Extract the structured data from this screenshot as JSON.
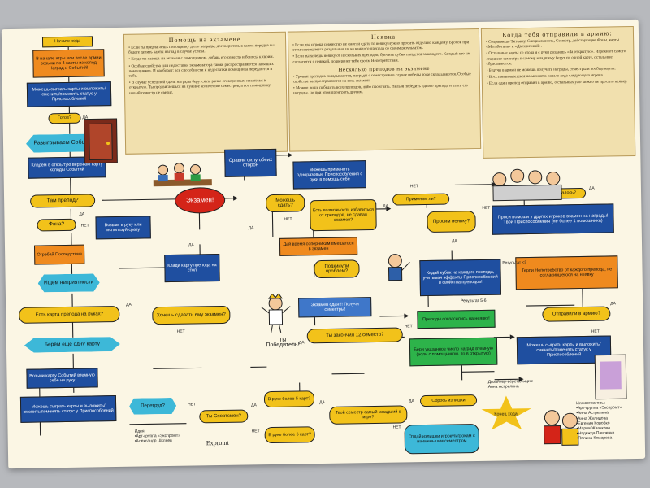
{
  "panels": {
    "help": {
      "title": "Помощь на экзамене",
      "p1": "• Если ты предлагаешь помощнику долю награды, договоритесь в каком порядке вы будете делить карты наград в случае успеха.",
      "p2": "• Когда ты навешь на экзамен с помощником, добавь его семестр и бонусы к своим.",
      "p3": "• Особые свойства или недостатки экзаменатора также распространяются на ваших помощников. И наоборот: все способности и недостатки помощника передаются и тебе.",
      "p4": "• В случае успешной сдачи награды берутся по ранее оговоренным правилам в открытую. Ты продвигаешься на нужное количество семестров, а вот помощнику новый семестр не светит."
    },
    "nevyazka": {
      "title": "Неявка",
      "p1": "• Если два игрока совместно не смогли сдать то неявку нужно просить отдельно каждому. Бросок при этом совершается раздельные на ка каждого препода со своим результатом.",
      "p2": "• Если ты хочешь неявку от нескольких преподов, бросить кубик придется за каждого. Каждый кто не согласится с неявкой, подвергнет тебя своим Непотребствам.",
      "title2": "Несколько преподов на экзамене",
      "p3": "• Уровни преподов складываются, награды с семестрами в случае победы тоже складываются. Особые свойства распространяются на весь экзамен.",
      "p4": "• Можно лишь победить всех преподов, либо проиграть. Нельзя победить одного препода и взять его награды, но при этом проиграть другим."
    },
    "army": {
      "title": "Когда тебя отправили в армию:",
      "p1": "• Сохраняешь Титажку, Специальность, Семестр, действующие Фэны, карты «Мегаботана» и «Двухличный».",
      "p2": "• Остальные карты со стола и с руки раздаешь «За открытую». Игроки от самого старшего семестра к самому младшему берут по одной карте, остальные сбрасываются.",
      "p3": "• Будучи в армии не можешь получать награды, семестры и вообще карты.",
      "p4": "• Восстанавливаешься на мехмат в начале хода следующего игрока.",
      "p5": "• Если один препод отправил в армию, о стальных уже можно не просить неявку."
    }
  },
  "flow": {
    "start": "Начало хода",
    "army_start": "В начале игры или после армии возьми по 4 карты из колод Наград и Событий!",
    "can_play": "Можешь сыграть карты и выложить/сменить/поменять статус у Приспособлений",
    "ready": "Готов?",
    "flip_event": "Разыгрываем Событие!",
    "top_card": "Кладём в открытую верхнюю карту колоды Событий",
    "prepod_there": "Там препод?",
    "fen": "Фэна?",
    "take_fen": "Возьми в руку или используй сразу",
    "appease": "Огребай Последствия",
    "seek_trouble": "Ищем неприятности",
    "have_prepod_card": "Есть карта препода на руках?",
    "want_exam": "Хочешь сдавать ему экзамен?",
    "put_prepod": "Клади карту препода на стол",
    "take_one_more": "Берём ещё одну карту",
    "take_event_hand": "Возьми карту Событий втемную себе на руку",
    "can_play2": "Можешь сыграть карты и выложить/сменить/поменять статус у Приспособлений",
    "exam": "Экзамен!",
    "compare": "Сравни силу обеих сторон",
    "can_pass": "Можешь сдать?",
    "apply_one_use": "Можешь применить одноразовые Приспособления с руки в помощь себе",
    "get_rid": "Есть возможность избавиться от преподов, не сдавая экзамен?",
    "give_time": "Дай время соперникам вмешаться в экзамен",
    "help_called": "Подкинули проблем?",
    "exam_passed": "Экзамен сдан!!! Получи семестры!",
    "finished12": "Ты закончил 12 семестр?",
    "winner": "Ты Победитель!",
    "applied": "Применим ли?",
    "ask_nev": "Просим неявку?",
    "ask_help": "Проси помощи у других игроков взамен на награды! Твои Приспособления (не более 1 помощника)",
    "manage": "Удалось?",
    "roll_die": "Кидай кубик на каждого препода, учитывая эффекты Приспособлений и свойства преподов!",
    "result_less5": "Результат <5",
    "result_56": "Результат 5-6",
    "suffer": "Терпи Непотребство от каждого препода, не согласившегося на неявку",
    "agreed": "Преподы согласились на неявку!",
    "sent_army": "Отправили в армию?",
    "take_rewards": "Бери указанное число наград втемную (если с помощником, то в открытую)",
    "can_play3": "Можешь сыграть карты и выложить/сменить/поменять статус у Приспособлений",
    "shuffle": "Перетруд?",
    "sportsman": "Ты Спортсмен?",
    "more5": "В руке более 5 карт?",
    "more6": "В руке более 6 карт?",
    "youngest": "Твой семестр самый младший в игре?",
    "drop_extra": "Сбрось излишки",
    "give_extra": "Отдай излишки игроку/игрокам с наименьшим семестром",
    "turn_end": "Конец хода!"
  },
  "labels": {
    "yes": "ДА",
    "no": "НЕТ"
  },
  "credits": {
    "ideas_title": "Идея:",
    "ideas_1": "•Арт-группа «Экспромт»",
    "ideas_2": "•Александр Шкляев",
    "logo": "Expromt",
    "designer_title": "Дизайнер-верстальщик:",
    "designer": "Анна Астрелина",
    "illus_title": "Иллюстраторы:",
    "illus": [
      "•Арт-группа «Экспромт»",
      "•Анна Астрелина",
      "•Анна Жулидова",
      "•Евгения Коробко",
      "•Мария Жвачкова",
      "•Надежда Павленко",
      "•Полина Комарева"
    ]
  },
  "colors": {
    "blue": "#1f4fa0",
    "yellow": "#f2c21a",
    "orange": "#ef8a1e",
    "red": "#d42418",
    "green": "#2db34a",
    "cyan": "#3db8d8",
    "paper": "#fbf6e4",
    "panel": "#f1e0ae"
  }
}
